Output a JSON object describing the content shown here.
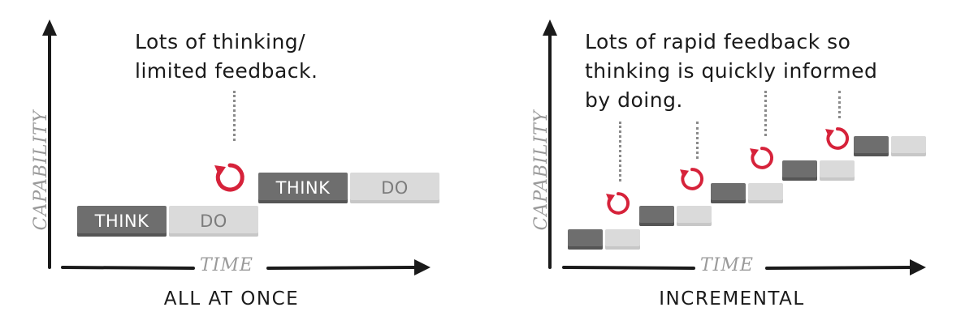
{
  "panels": [
    {
      "note_lines": [
        "Lots of thinking/",
        "limited feedback."
      ],
      "y_axis_label": "CAPABILITY",
      "x_axis_label": "TIME",
      "caption": "ALL AT ONCE",
      "steps": [
        {
          "think": "THINK",
          "do": "DO"
        },
        {
          "think": "THINK",
          "do": "DO"
        }
      ]
    },
    {
      "note_lines": [
        "Lots of rapid feedback so",
        "thinking is quickly informed",
        "by doing."
      ],
      "y_axis_label": "CAPABILITY",
      "x_axis_label": "TIME",
      "caption": "INCREMENTAL",
      "step_count": 5
    }
  ],
  "colors": {
    "think": "#6e6e6e",
    "do": "#dadada",
    "feedback_cycle": "#d6223a",
    "axis": "#1a1a1a"
  },
  "icons": {
    "feedback": "feedback-cycle-icon",
    "axis_arrow": "arrow-icon"
  }
}
